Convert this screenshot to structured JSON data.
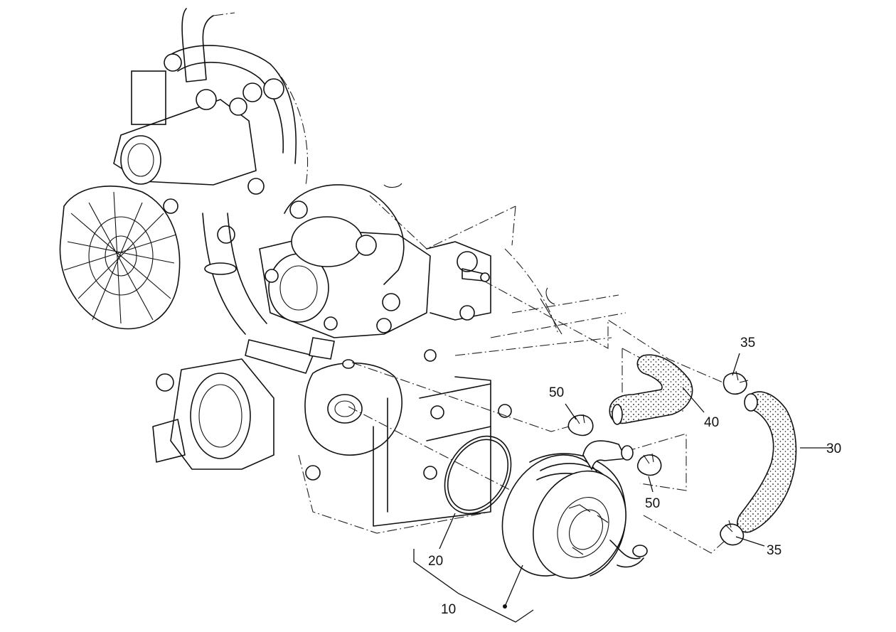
{
  "callouts": {
    "c10": "10",
    "c20": "20",
    "c30": "30",
    "c35_top": "35",
    "c35_bottom": "35",
    "c40": "40",
    "c50_left": "50",
    "c50_right": "50"
  },
  "colors": {
    "ink": "#111111",
    "background": "#ffffff"
  }
}
